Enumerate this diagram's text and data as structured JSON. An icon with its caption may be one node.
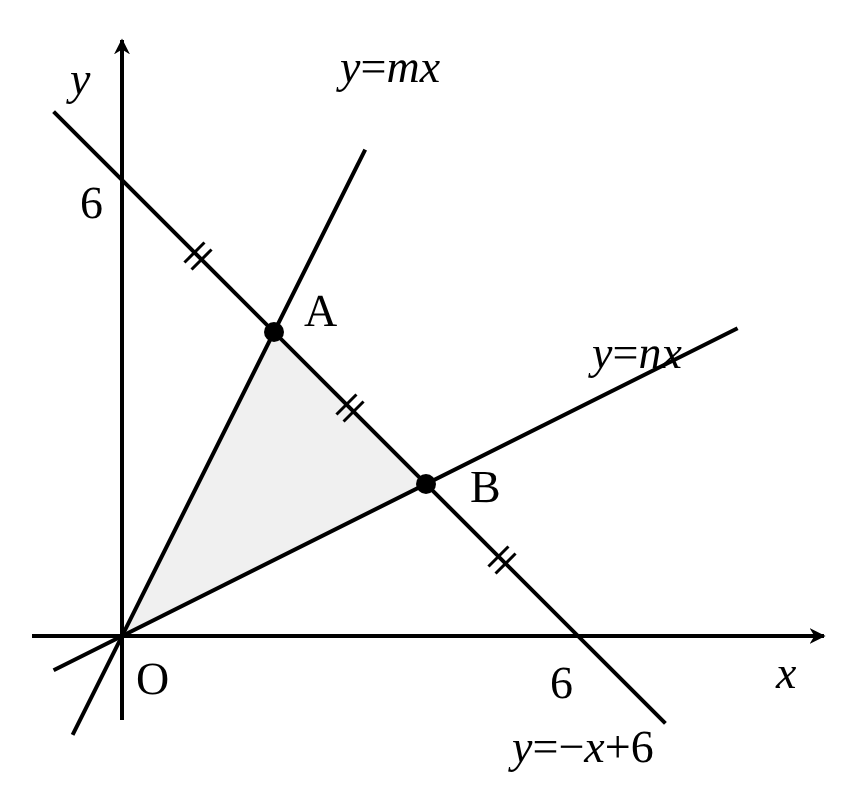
{
  "diagram": {
    "nodes": [
      {
        "text": [
          "A"
        ]
      },
      {
        "text": [
          "B"
        ]
      }
    ],
    "edges": [],
    "labels": [
      "*y*",
      "*y*=*mx*",
      "6",
      "*y*=*nx*",
      "O",
      "6",
      "*x*",
      "*y*=−*x*+6"
    ]
  }
}
